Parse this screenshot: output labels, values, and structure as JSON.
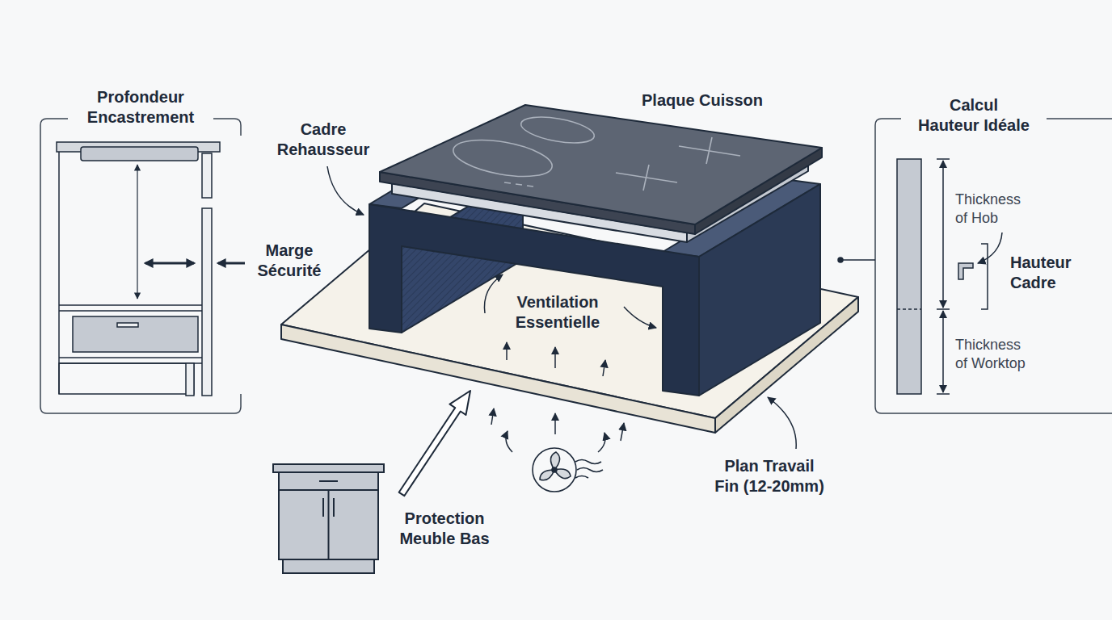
{
  "diagram": {
    "nodes": [
      {
        "text": [
          "Profondeur Encastrement"
        ]
      },
      {
        "text": [
          "Calcul Hauteur Idéale",
          "Thickness of Hob",
          "Hauteur Cadre",
          "Thickness of Worktop"
        ]
      }
    ],
    "labels": [
      "Marge Sécurité",
      "Plaque Cuisson",
      "Cadre Rehausseur",
      "Ventilation Essentielle",
      "Plan Travail Fin (12-20mm)",
      "Protection Meuble Bas"
    ]
  }
}
